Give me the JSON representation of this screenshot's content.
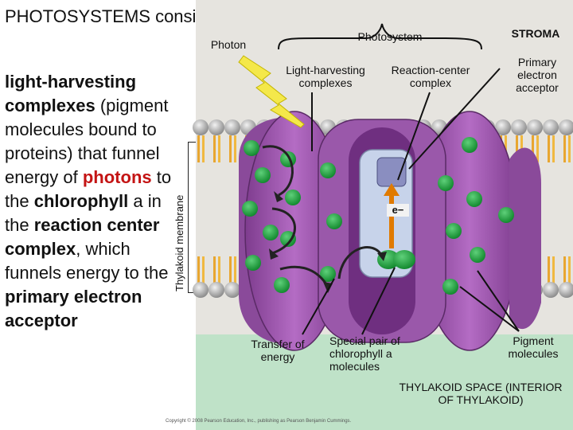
{
  "left_text": {
    "title": "PHOTOSYSTEMS consists of",
    "lh": "light-harvesting complexes",
    "desc1": "(pigment molecules bound to proteins) that funnel energy of",
    "photons": "photons",
    "to_the": "to the",
    "chlorophyll": "chlorophyll",
    "chl_a": "a",
    "in_the": "in the",
    "reaction": "reaction center complex",
    "which": ", which funnels energy to the",
    "pea": "primary electron acceptor"
  },
  "labels": {
    "membrane": "Thylakoid membrane",
    "photon": "Photon",
    "photosystem": "Photosystem",
    "stroma": "STROMA",
    "lh_complexes": "Light-harvesting complexes",
    "rc_complex": "Reaction-center complex",
    "primary_acceptor": "Primary electron acceptor",
    "electron": "e−",
    "transfer": "Transfer of energy",
    "special_pair": "Special pair of chlorophyll a molecules",
    "pigments": "Pigment molecules",
    "space": "THYLAKOID SPACE (INTERIOR OF THYLAKOID)",
    "copyright": "Copyright © 2008 Pearson Education, Inc., publishing as Pearson Benjamin Cummings."
  }
}
